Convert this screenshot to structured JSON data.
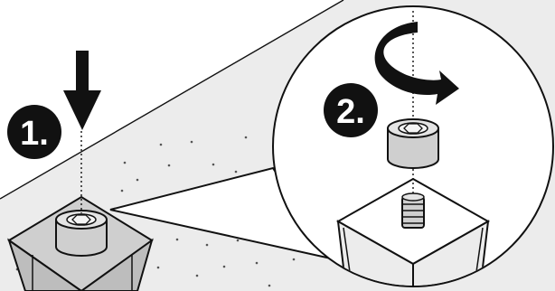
{
  "steps": [
    {
      "number": "1.",
      "action": "push-down-arrow-icon"
    },
    {
      "number": "2.",
      "action": "rotate-clockwise-arrow-icon"
    }
  ],
  "parts": {
    "leg": "furniture-leg",
    "insert": "threaded-insert-sleeve",
    "bolt": "threaded-stud"
  },
  "colors": {
    "floor_shade": "#ececec",
    "part_grey": "#cfcfcf",
    "outline": "#111111",
    "badge": "#111111",
    "callout_bg": "#ffffff"
  }
}
